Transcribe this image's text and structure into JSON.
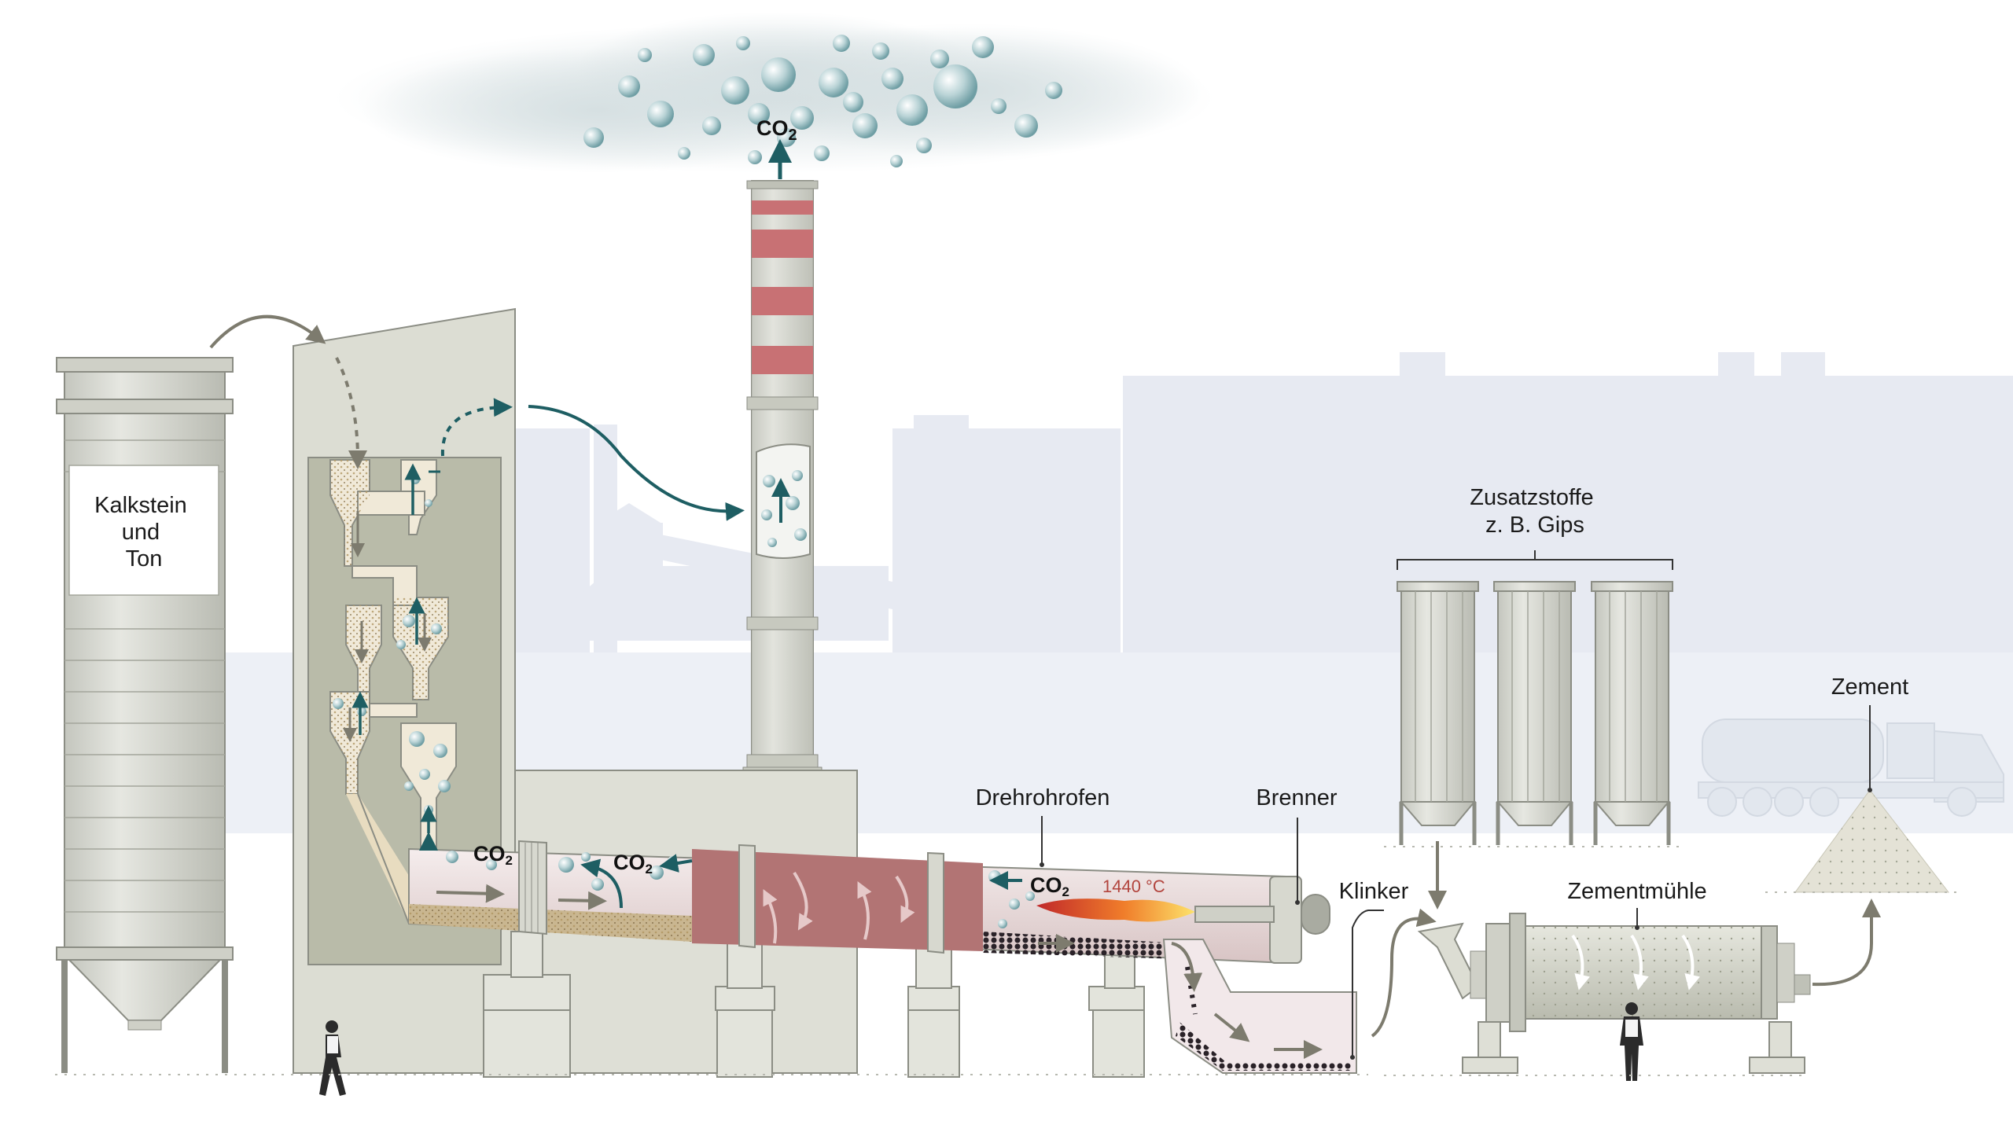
{
  "labels": {
    "silo": [
      "Kalkstein",
      "und",
      "Ton"
    ],
    "additives": [
      "Zusatzstoffe",
      "z. B. Gips"
    ],
    "cement": "Zement",
    "kiln": "Drehrohrofen",
    "burner": "Brenner",
    "clinker": "Klinker",
    "mill": "Zementmühle",
    "temperature": "1440 °C"
  },
  "co2": {
    "main": "CO",
    "sub": "2"
  },
  "colors": {
    "steel": "#d9dcd4",
    "steel_dark": "#8b8d84",
    "kiln_red": "#b87879",
    "chimney_red": "#c87174",
    "gas_teal": "#1e5e63",
    "background_buildings": "#e7eaf2",
    "material_sand": "#c9b690",
    "arrow_grey": "#7d7b6e"
  },
  "icons": [
    "worker-icon",
    "truck-icon",
    "flame-icon",
    "arrow-icon",
    "smoke-cloud-icon"
  ]
}
